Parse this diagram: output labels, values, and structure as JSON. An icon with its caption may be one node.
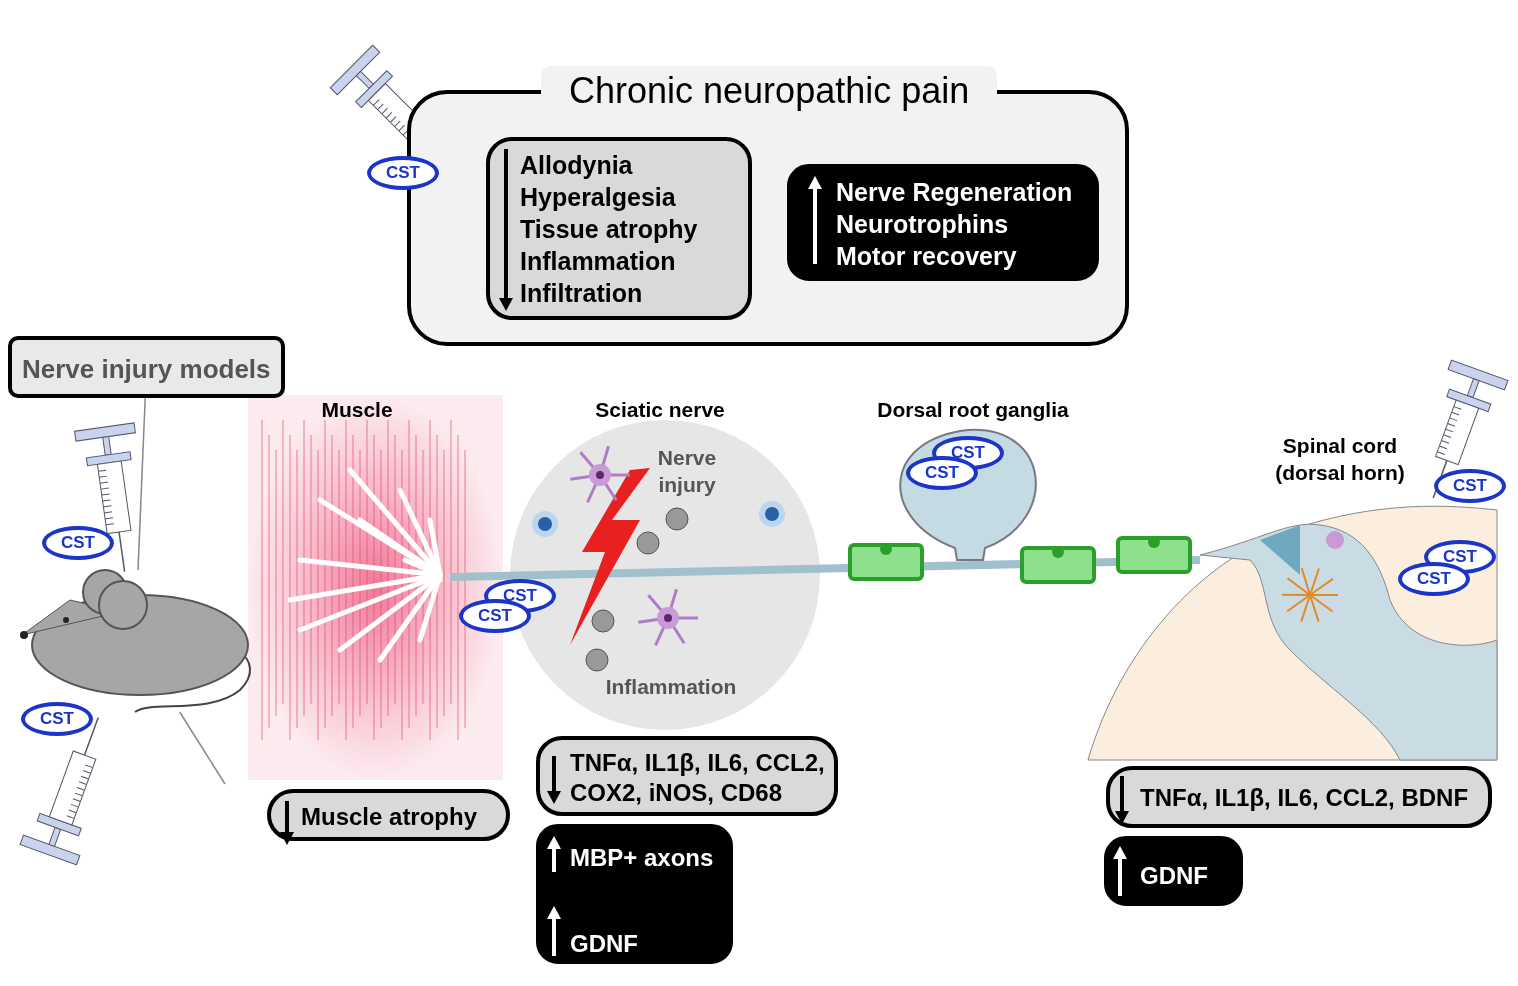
{
  "diagram": {
    "nodes": [
      {
        "text": [
          "Chronic neuropathic pain"
        ]
      },
      {
        "text": [
          "Allodynia",
          "Hyperalgesia",
          "Tissue atrophy",
          "Inflammation",
          "Infiltration"
        ],
        "in": 0
      },
      {
        "text": [
          "Nerve Regeneration",
          "Neurotrophins",
          "Motor recovery"
        ],
        "in": 0
      },
      {
        "text": [
          "Nerve injury models"
        ]
      },
      {
        "text": [
          "Muscle atrophy"
        ]
      },
      {
        "text": [
          "TNFα, IL1β, IL6, CCL2, COX2, iNOS, CD68"
        ]
      },
      {
        "text": [
          "MBP+ axons",
          "GDNF"
        ]
      },
      {
        "text": [
          "TNFα, IL1β, IL6, CCL2, BDNF"
        ]
      },
      {
        "text": [
          "GDNF"
        ]
      },
      {
        "text": [
          "CST"
        ]
      },
      {
        "text": [
          "CST"
        ]
      },
      {
        "text": [
          "CST"
        ]
      },
      {
        "text": [
          "CST"
        ]
      },
      {
        "text": [
          "CST"
        ]
      },
      {
        "text": [
          "CST"
        ]
      },
      {
        "text": [
          "CST"
        ]
      },
      {
        "text": [
          "CST"
        ]
      },
      {
        "text": [
          "CST"
        ]
      },
      {
        "text": [
          "CST"
        ]
      },
      {
        "text": [],
        "shape": "picture"
      }
    ],
    "edges": [
      {
        "from": 3,
        "to": 19,
        "arrow": "none"
      },
      {
        "from": 19,
        "to": null,
        "arrow": "none"
      }
    ],
    "labels": [
      "Muscle",
      "Sciatic nerve",
      "Dorsal root ganglia",
      "Spinal cord (dorsal horn)",
      "Nerve injury",
      "Inflammation"
    ]
  }
}
